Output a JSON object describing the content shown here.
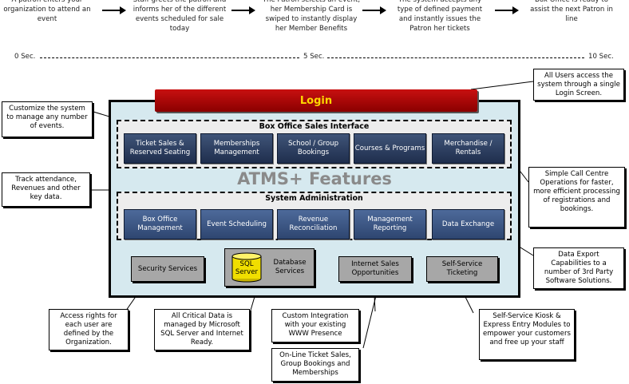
{
  "process_steps": [
    "A patron enters your organization to attend an event",
    "Staff greets the patron and informs her of the different events scheduled for sale today",
    "The Patron selects an event; her Membership Card is swiped to instantly display her Member Benefits",
    "The system accepts any type of defined payment and instantly issues the Patron her tickets",
    "Box Office is ready to assist  the next Patron in line"
  ],
  "timeline": {
    "start": "0 Sec.",
    "mid": "5 Sec.",
    "end": "10 Sec."
  },
  "login": "Login",
  "sales_interface": {
    "title": "Box Office Sales Interface",
    "items": [
      "Ticket Sales & Reserved Seating",
      "Memberships Management",
      "School / Group Bookings",
      "Courses & Programs",
      "Merchandise / Rentals"
    ]
  },
  "features_title": "ATMS+ Features",
  "system_admin": {
    "title": "System Administration",
    "items": [
      "Box Office Management",
      "Event Scheduling",
      "Revenue Reconciliation",
      "Management Reporting",
      "Data Exchange"
    ]
  },
  "services": {
    "security": "Security Services",
    "sql_icon": "SQL Server",
    "database": "Database Services",
    "internet_sales": "Internet Sales Opportunities",
    "self_service": "Self-Service Ticketing"
  },
  "callouts": {
    "customize": "Customize the system to manage any number of events.",
    "track": "Track attendance, Revenues and other key data.",
    "all_users": "All Users access the system through a single Login Screen.",
    "call_centre": "Simple Call Centre Operations for faster, more efficient processing of registrations and bookings.",
    "data_export": "Data Export Capabilities to a number of 3rd Party Software Solutions.",
    "access_rights": "Access rights for each user are defined by the Organization.",
    "critical_data": "All Critical Data is managed by Microsoft SQL Server and Internet Ready.",
    "custom_integration": "Custom Integration with your existing WWW Presence",
    "online_tickets": "On-Line Ticket Sales, Group Bookings and Memberships",
    "kiosk": "Self-Service Kiosk & Express Entry Modules to empower your customers and free up your staff"
  }
}
